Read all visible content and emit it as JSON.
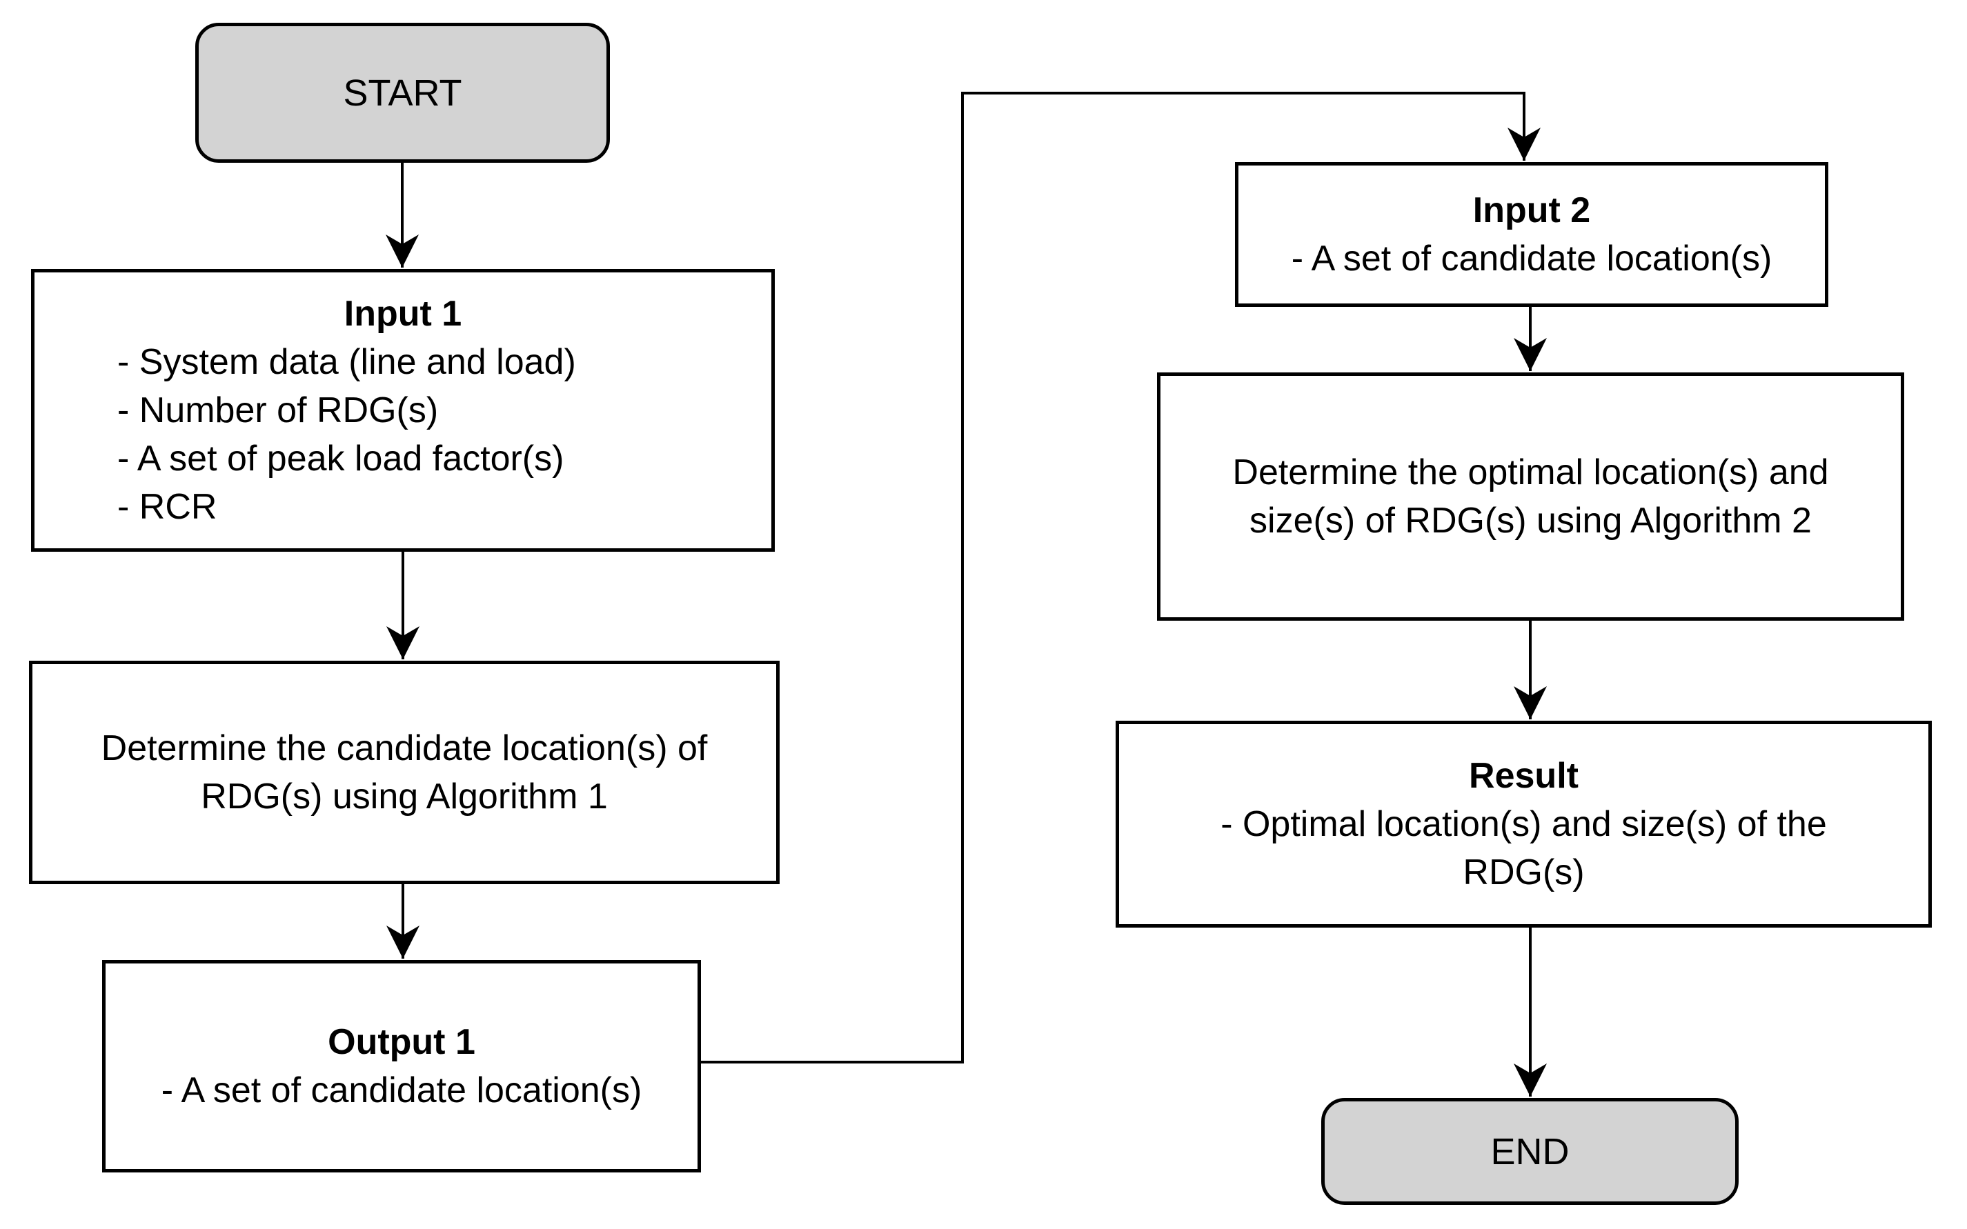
{
  "flowchart": {
    "start": {
      "label": "START"
    },
    "input1": {
      "title": "Input 1",
      "items": [
        "- System data (line and load)",
        "- Number of RDG(s)",
        "- A set of peak load factor(s)",
        "- RCR"
      ]
    },
    "algorithm1": {
      "lines": [
        "Determine the candidate location(s) of",
        "RDG(s) using Algorithm 1"
      ]
    },
    "output1": {
      "title": "Output 1",
      "items": [
        "- A set of candidate location(s)"
      ]
    },
    "input2": {
      "title": "Input 2",
      "items": [
        "- A set of candidate location(s)"
      ]
    },
    "algorithm2": {
      "lines": [
        "Determine the optimal location(s) and",
        "size(s) of RDG(s) using Algorithm 2"
      ]
    },
    "result": {
      "title": "Result",
      "lines": [
        "- Optimal location(s) and size(s) of the",
        "RDG(s)"
      ]
    },
    "end": {
      "label": "END"
    },
    "colors": {
      "terminator_fill": "#d3d3d3",
      "process_fill": "#ffffff",
      "stroke": "#000000",
      "background": "#ffffff"
    }
  }
}
